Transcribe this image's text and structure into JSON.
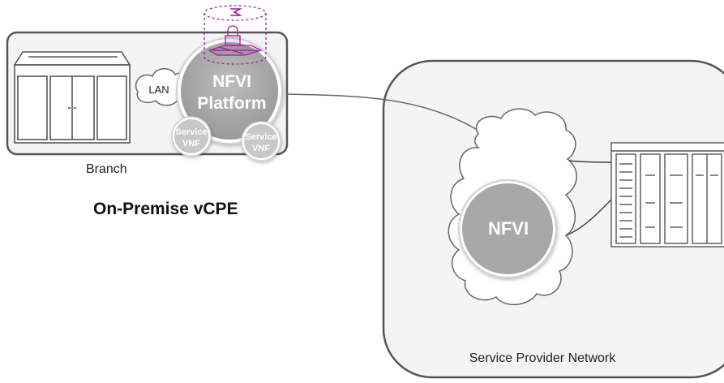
{
  "branch": {
    "label": "Branch",
    "lan_label": "LAN",
    "platform_line1": "NFVI",
    "platform_line2": "Platform",
    "vnf_left_line1": "Service",
    "vnf_left_line2": "VNF",
    "vnf_right_line1": "Service",
    "vnf_right_line2": "VNF"
  },
  "section_title": "On-Premise vCPE",
  "provider": {
    "label": "Service Provider Network",
    "nfvi_label": "NFVI"
  },
  "colors": {
    "box_stroke": "#555555",
    "box_fill": "#f4f4f4",
    "nfvi_circle": "#a8a8a8",
    "vnf_circle": "#c8c8c8",
    "accent_purple": "#a01b9c"
  }
}
